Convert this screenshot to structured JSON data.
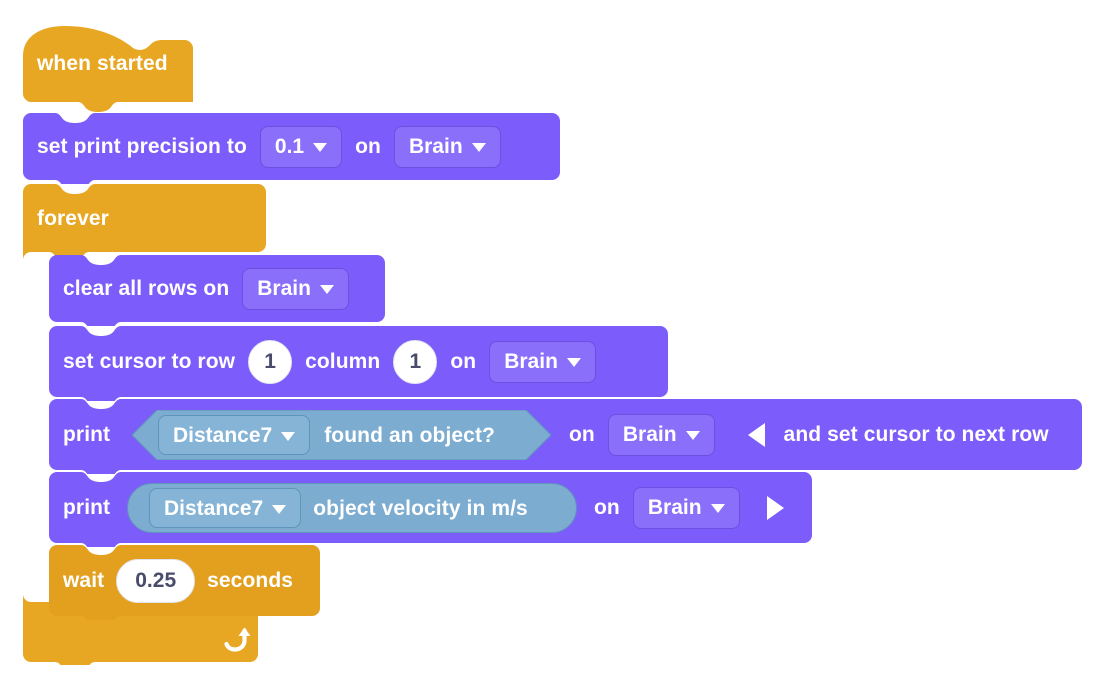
{
  "app": {
    "kind": "block-based-visual-programming-canvas",
    "canvas_background": "#ffffff"
  },
  "palette": {
    "event_orange": "#e8a723",
    "event_orange_dark": "#cf9116",
    "control_orange": "#e8a723",
    "console_purple": "#7c5cfa",
    "console_purple_dark": "#6d50e0",
    "console_purple_chip": "#8a6ffb",
    "sensor_blue": "#7cacd0",
    "sensor_blue_chip": "#86b4d6",
    "sensor_blue_border": "#5f94bb",
    "text_white": "#ffffff",
    "text_dark": "#494b6b",
    "input_white": "#ffffff"
  },
  "script": {
    "hat": {
      "type": "event-hat",
      "label": "when started",
      "color": "#e8a723"
    },
    "stack": [
      {
        "id": "set-print-precision",
        "type": "stack-block",
        "color": "#7c5cfa",
        "parts": [
          {
            "kind": "label",
            "text": "set print precision to"
          },
          {
            "kind": "dropdown",
            "value": "0.1"
          },
          {
            "kind": "label",
            "text": "on"
          },
          {
            "kind": "dropdown",
            "value": "Brain"
          }
        ]
      },
      {
        "id": "forever",
        "type": "c-block",
        "color": "#e8a723",
        "label": "forever",
        "loop_icon": "loop-arrow-icon",
        "children": [
          {
            "id": "clear-all-rows",
            "type": "stack-block",
            "color": "#7c5cfa",
            "parts": [
              {
                "kind": "label",
                "text": "clear all rows on"
              },
              {
                "kind": "dropdown",
                "value": "Brain"
              }
            ]
          },
          {
            "id": "set-cursor",
            "type": "stack-block",
            "color": "#7c5cfa",
            "parts": [
              {
                "kind": "label",
                "text": "set cursor to row"
              },
              {
                "kind": "number",
                "value": "1"
              },
              {
                "kind": "label",
                "text": "column"
              },
              {
                "kind": "number",
                "value": "1"
              },
              {
                "kind": "label",
                "text": "on"
              },
              {
                "kind": "dropdown",
                "value": "Brain"
              }
            ]
          },
          {
            "id": "print-found-an-object",
            "type": "stack-block",
            "color": "#7c5cfa",
            "parts": [
              {
                "kind": "label",
                "text": "print"
              },
              {
                "kind": "boolean-reporter",
                "color": "#7cacd0",
                "dropdown": "Distance7",
                "text": "found an object?"
              },
              {
                "kind": "label",
                "text": "on"
              },
              {
                "kind": "dropdown",
                "value": "Brain"
              },
              {
                "kind": "icon-toggle",
                "icon": "triangle-left-icon"
              },
              {
                "kind": "label",
                "text": "and set cursor to next row"
              }
            ]
          },
          {
            "id": "print-object-velocity",
            "type": "stack-block",
            "color": "#7c5cfa",
            "parts": [
              {
                "kind": "label",
                "text": "print"
              },
              {
                "kind": "round-reporter",
                "color": "#7cacd0",
                "dropdown": "Distance7",
                "text": "object velocity in m/s"
              },
              {
                "kind": "label",
                "text": "on"
              },
              {
                "kind": "dropdown",
                "value": "Brain"
              },
              {
                "kind": "icon-toggle",
                "icon": "triangle-right-icon"
              }
            ]
          },
          {
            "id": "wait-seconds",
            "type": "stack-block",
            "color": "#e8a723",
            "parts": [
              {
                "kind": "label",
                "text": "wait"
              },
              {
                "kind": "number",
                "value": "0.25"
              },
              {
                "kind": "label",
                "text": "seconds"
              }
            ]
          }
        ]
      }
    ]
  },
  "text": {
    "when_started": "when started",
    "set_print_precision_to": "set print precision to",
    "precision_value": "0.1",
    "on": "on",
    "brain": "Brain",
    "forever": "forever",
    "clear_all_rows_on": "clear all rows on",
    "set_cursor_to_row": "set cursor to row",
    "row_value": "1",
    "column": "column",
    "column_value": "1",
    "print": "print",
    "distance7": "Distance7",
    "found_an_object": "found an object?",
    "and_set_cursor_to_next_row": "and set cursor to next row",
    "object_velocity_in_ms": "object velocity in m/s",
    "wait": "wait",
    "wait_value": "0.25",
    "seconds": "seconds"
  }
}
